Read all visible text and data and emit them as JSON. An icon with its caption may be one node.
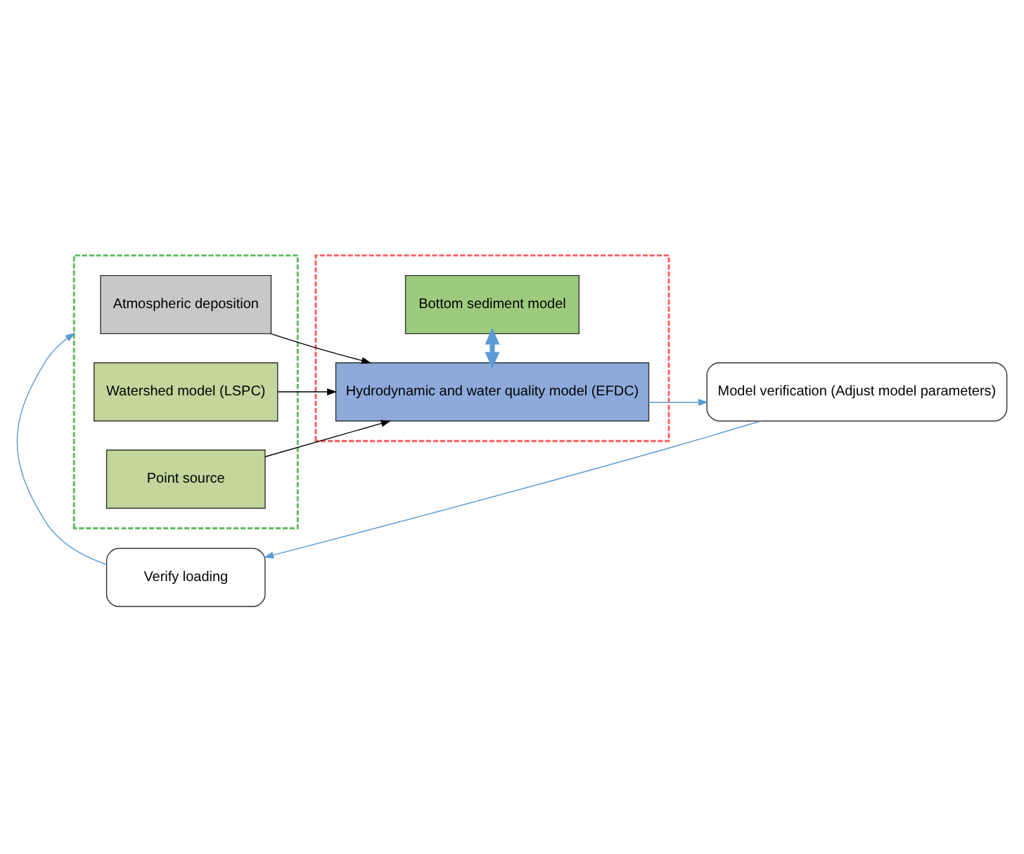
{
  "diagram": {
    "nodes": [
      {
        "text": [],
        "shape": "box"
      },
      {
        "text": [
          "Atmospheric deposition"
        ],
        "in": 0
      },
      {
        "text": [
          "Watershed model (LSPC)"
        ],
        "in": 0
      },
      {
        "text": [
          "Point source"
        ],
        "in": 0
      },
      {
        "text": [],
        "shape": "box"
      },
      {
        "text": [
          "Hydrodynamic and water quality model (EFDC)"
        ],
        "in": 4
      },
      {
        "text": [
          "Bottom sediment model"
        ],
        "in": 4
      },
      {
        "text": [
          "Verify loading"
        ]
      },
      {
        "text": [
          "Model verification (Adjust model parameters)"
        ]
      }
    ],
    "edges": [
      {
        "from": 1,
        "to": 5,
        "arrow": "to",
        "color": "#000000"
      },
      {
        "from": 2,
        "to": 5,
        "arrow": "to",
        "color": "#000000"
      },
      {
        "from": 3,
        "to": 5,
        "arrow": "to",
        "color": "#000000"
      },
      {
        "from": 5,
        "to": 6,
        "arrow": "both",
        "style": "thick"
      },
      {
        "from": 5,
        "to": 8,
        "arrow": "to"
      },
      {
        "from": 8,
        "to": 7,
        "arrow": "to"
      },
      {
        "from": 7,
        "to": 0,
        "arrow": "to"
      }
    ]
  }
}
